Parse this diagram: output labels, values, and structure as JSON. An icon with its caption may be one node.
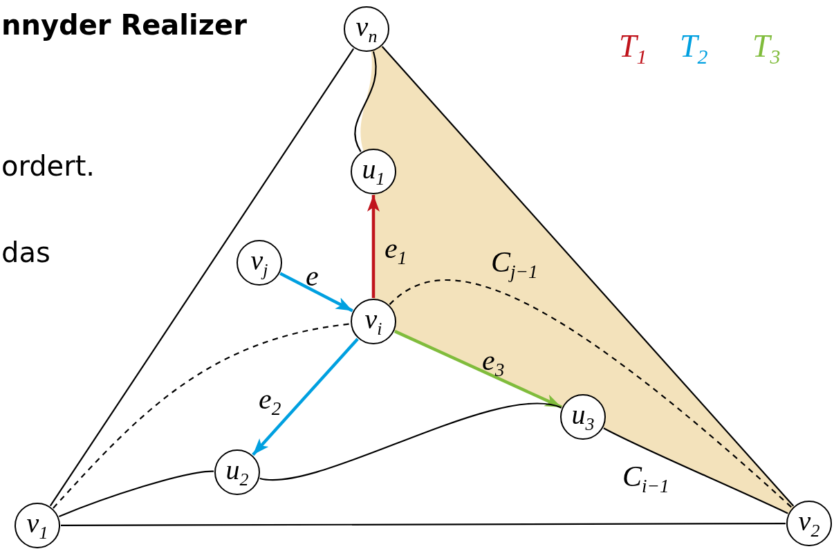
{
  "diagram": {
    "title": "nnyder Realizer",
    "nodes": [
      {
        "text": [
          "v$_{n}$"
        ]
      },
      {
        "text": [
          "u$_{1}$"
        ]
      },
      {
        "text": [
          "v$_{j}$"
        ]
      },
      {
        "text": [
          "v$_{i}$"
        ]
      },
      {
        "text": [
          "u$_{2}$"
        ]
      },
      {
        "text": [
          "u$_{3}$"
        ]
      },
      {
        "text": [
          "v$_{1}$"
        ]
      },
      {
        "text": [
          "v$_{2}$"
        ]
      }
    ],
    "edges": [
      {
        "from": 6,
        "to": 0,
        "arrow": "none"
      },
      {
        "from": 0,
        "to": 7,
        "arrow": "none"
      },
      {
        "from": 6,
        "to": 7,
        "arrow": "none"
      },
      {
        "from": 0,
        "to": 1,
        "arrow": "none"
      },
      {
        "from": 2,
        "to": 3,
        "arrow": "to",
        "label": "e",
        "style": "thick",
        "color": "#00a0e0"
      },
      {
        "from": 3,
        "to": 1,
        "arrow": "to",
        "label": "e$_{1}$",
        "style": "thick",
        "color": "#c0141c"
      },
      {
        "from": 3,
        "to": 4,
        "arrow": "to",
        "label": "e$_{2}$",
        "style": "thick",
        "color": "#00a0e0"
      },
      {
        "from": 3,
        "to": 5,
        "arrow": "to",
        "label": "e$_{3}$",
        "style": "thick",
        "color": "#80bc3c"
      },
      {
        "from": 6,
        "to": 4,
        "arrow": "none"
      },
      {
        "from": 4,
        "to": 5,
        "arrow": "none"
      },
      {
        "from": 5,
        "to": 7,
        "arrow": "none",
        "label": "C$_{i−1}$"
      },
      {
        "from": 6,
        "to": 3,
        "arrow": "none",
        "style": "dashed"
      },
      {
        "from": 3,
        "to": 7,
        "arrow": "none",
        "style": "dashed",
        "label": "C$_{j−1}$"
      }
    ],
    "labels": [
      "ordert.",
      "das"
    ],
    "legend": [
      {
        "text": "T$_{1}$",
        "color": "#c0141c"
      },
      {
        "text": "T$_{2}$",
        "color": "#00a0e0"
      },
      {
        "text": "T$_{3}$",
        "color": "#80bc3c"
      }
    ]
  }
}
